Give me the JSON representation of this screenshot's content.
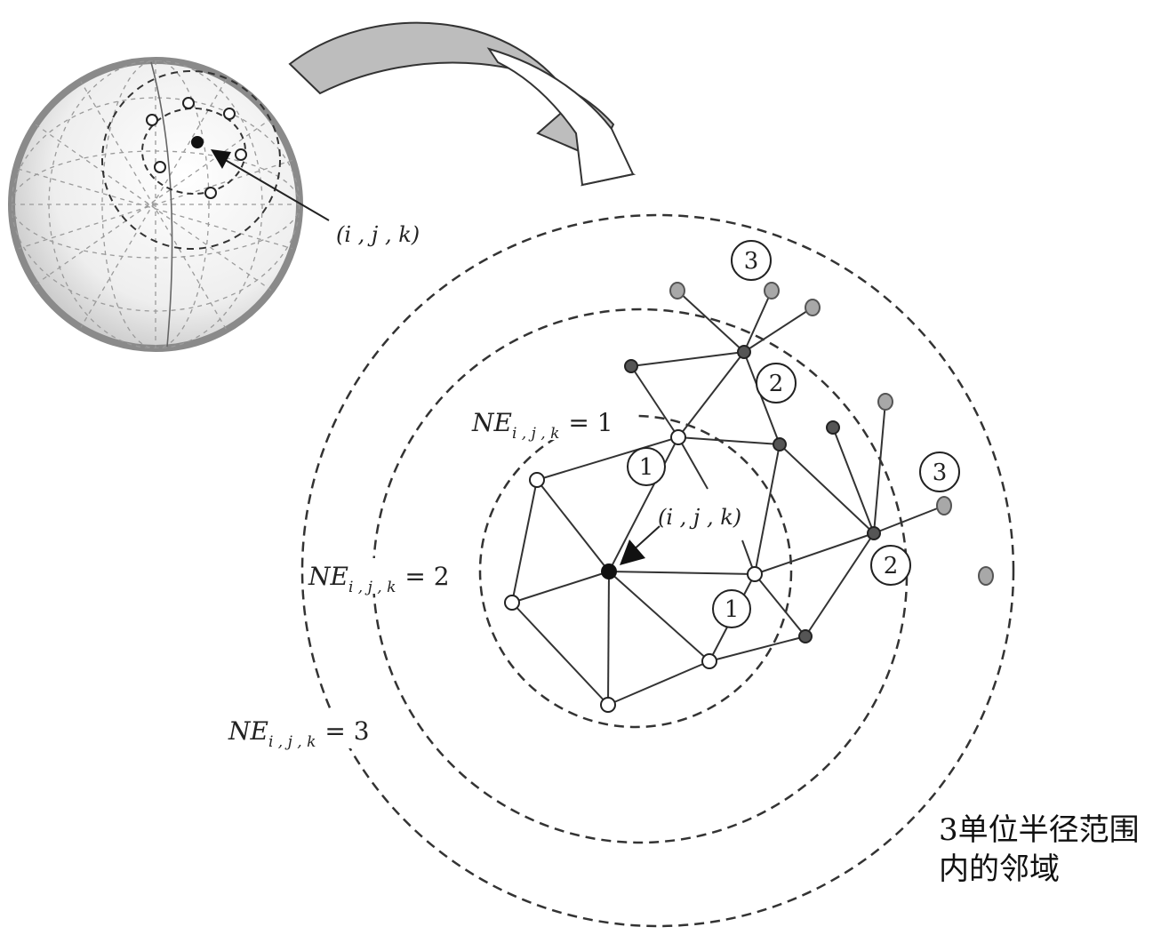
{
  "colors": {
    "line": "#333333",
    "sphere_fill": "#e6e6e6",
    "sphere_edge": "#8a8a8a",
    "arrow_fill": "#bdbdbd",
    "node_open": "#ffffff",
    "node_ring2": "#555555",
    "node_ring3": "#a8a8a8",
    "center": "#111111"
  },
  "sphere_label": {
    "text": "(i , j , k)"
  },
  "center_label": {
    "text": "(i , j , k)"
  },
  "neighborhood_labels": [
    {
      "ne": "NE",
      "sub": "i , j , k",
      "eq": "= 1"
    },
    {
      "ne": "NE",
      "sub": "i , j , k",
      "eq": "= 2"
    },
    {
      "ne": "NE",
      "sub": "i , j , k",
      "eq": "= 3"
    }
  ],
  "ring_badges": [
    "1",
    "1",
    "2",
    "2",
    "3",
    "3"
  ],
  "caption": "3单位半径范围\n内的邻域"
}
